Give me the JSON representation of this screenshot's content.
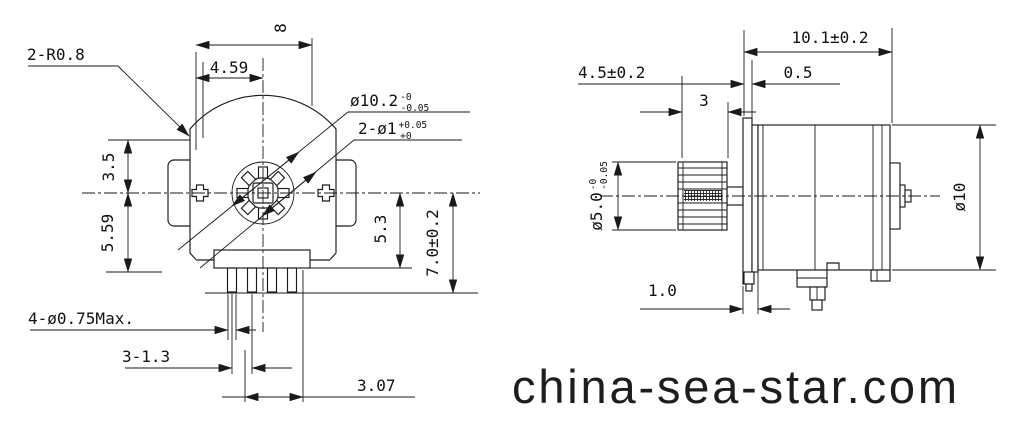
{
  "watermark": "china-sea-star.com",
  "front_view": {
    "corner_radius": "2-R0.8",
    "width_overall": "8",
    "width_inner": "4.59",
    "height_upper": "3.5",
    "height_lower": "5.59",
    "gear_od": {
      "main": "ø10.2",
      "tol_upper": "-0",
      "tol_lower": "-0.05"
    },
    "mount_holes": {
      "main": "2-ø1",
      "tol_upper": "+0.05",
      "tol_lower": "+0"
    },
    "height_right_upper": "5.3",
    "height_right_lower": "7.0±0.2",
    "pin_dia": "4-ø0.75Max.",
    "pin_pitch": "3-1.3",
    "pin_offset": "3.07"
  },
  "side_view": {
    "length_overall": "10.1±0.2",
    "plate_thickness": "0.5",
    "gear_assy_length": "4.5±0.2",
    "gear_face_width": "3",
    "gear_od": {
      "main": "ø5.0",
      "tol_upper": "-0",
      "tol_lower": "-0.05"
    },
    "flange_thickness": "1.0",
    "body_dia": "ø10"
  }
}
